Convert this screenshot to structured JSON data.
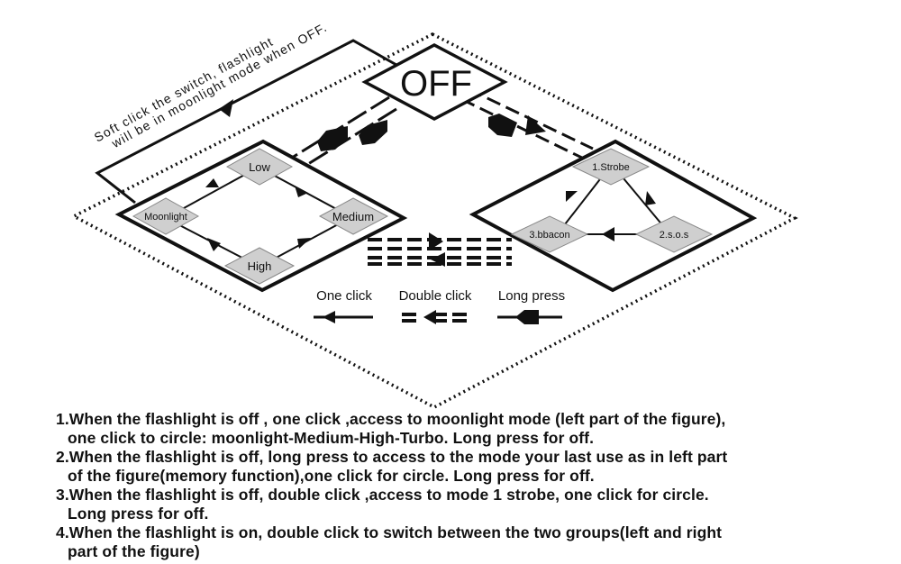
{
  "diagram": {
    "off_label": "OFF",
    "soft_click_note": {
      "line1": "Soft click the switch, flashlight",
      "line2": "will be in moonlight mode when OFF."
    },
    "left_group": {
      "low": "Low",
      "moonlight": "Moonlight",
      "medium": "Medium",
      "high": "High"
    },
    "right_group": {
      "strobe": "1.Strobe",
      "sos": "2.s.o.s",
      "beacon": "3.bbacon"
    },
    "legend": {
      "one_click": "One click",
      "double_click": "Double click",
      "long_press": "Long press"
    },
    "colors": {
      "mode_fill": "#cfcfcf",
      "line": "#111111"
    }
  },
  "instructions": [
    {
      "line1": "1.When the flashlight is off , one click ,access to moonlight mode (left part of the figure),",
      "line2": "one click to circle: moonlight-Medium-High-Turbo. Long press for off."
    },
    {
      "line1": "2.When the flashlight is off, long press to access to the mode your last use as in left part",
      "line2": "of the figure(memory function),one click for circle. Long press for off."
    },
    {
      "line1": "3.When the flashlight is off, double click ,access to mode 1 strobe, one click for circle.",
      "line2": "Long press for off."
    },
    {
      "line1": "4.When the flashlight is on, double click to switch between the two groups(left and right",
      "line2": "part of the figure)"
    }
  ]
}
